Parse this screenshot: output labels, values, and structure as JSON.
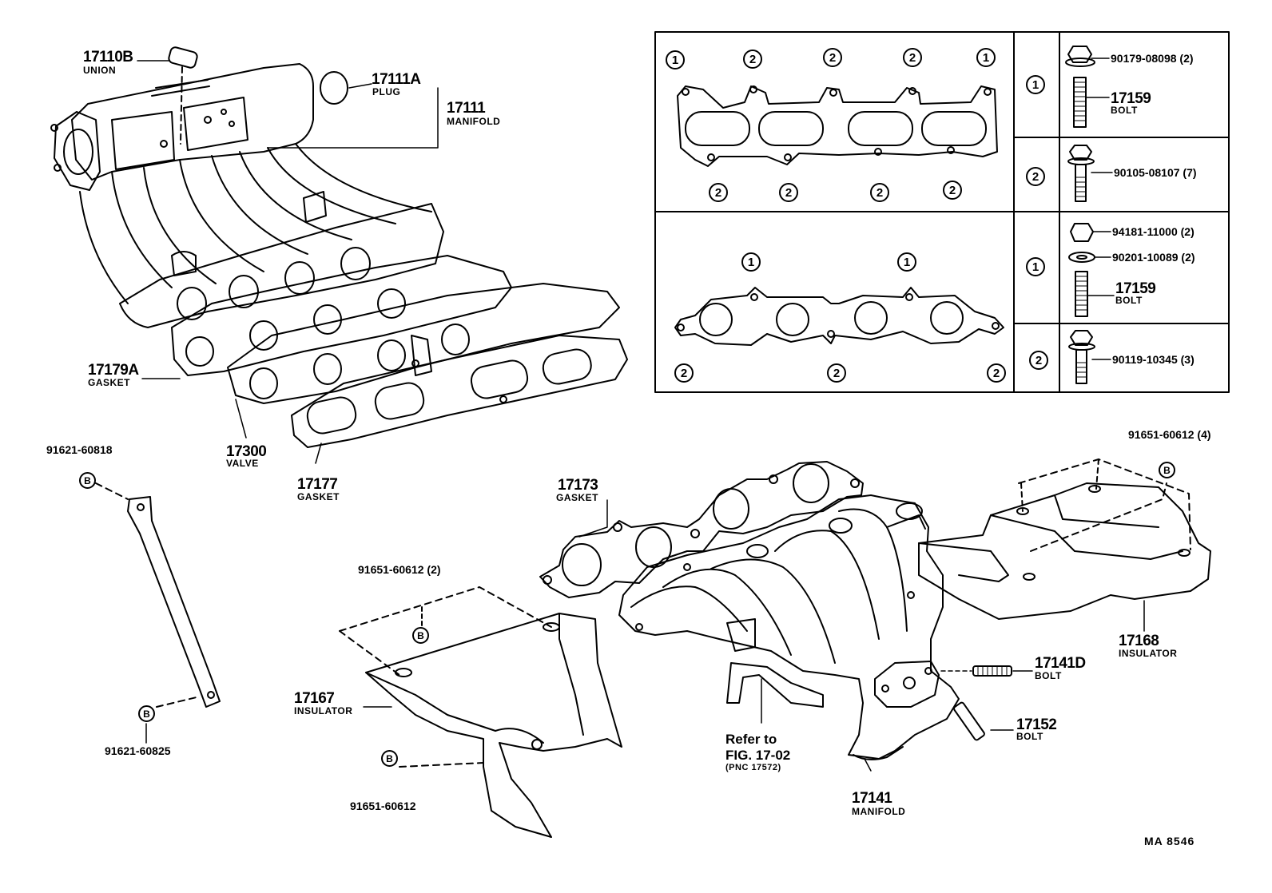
{
  "intake": {
    "union": {
      "pn": "17110B",
      "name": "UNION"
    },
    "plug": {
      "pn": "17111A",
      "name": "PLUG"
    },
    "manifold": {
      "pn": "17111",
      "name": "MANIFOLD"
    },
    "gasket": {
      "pn": "17179A",
      "name": "GASKET"
    },
    "valve": {
      "pn": "17300",
      "name": "VALVE"
    },
    "gasket2": {
      "pn": "17177",
      "name": "GASKET"
    }
  },
  "stay": {
    "top_pn": "91621-60818",
    "bottom_pn": "91621-60825",
    "marker": "B"
  },
  "exhaust": {
    "gasket": {
      "pn": "17173",
      "name": "GASKET"
    },
    "insulator_upper_bolt": "91651-60612 (4)",
    "insulator_upper": {
      "pn": "17168",
      "name": "INSULATOR"
    },
    "stud": {
      "pn": "17141D",
      "name": "BOLT"
    },
    "stud2": {
      "pn": "17152",
      "name": "BOLT"
    },
    "manifold": {
      "pn": "17141",
      "name": "MANIFOLD"
    },
    "insulator_lower": {
      "pn": "17167",
      "name": "INSULATOR"
    },
    "insulator_lower_bolt_top": "91651-60612 (2)",
    "insulator_lower_bolt_bottom": "91651-60612",
    "refer": {
      "line1": "Refer to",
      "line2": "FIG. 17-02",
      "line3": "(PNC 17572)"
    }
  },
  "table": {
    "upper_markers_top": [
      "1",
      "2",
      "2",
      "2",
      "1"
    ],
    "upper_markers_bottom": [
      "2",
      "2",
      "2",
      "2"
    ],
    "lower_markers_top": [
      "1",
      "1"
    ],
    "lower_markers_bottom": [
      "2",
      "2",
      "2"
    ],
    "rows": [
      {
        "marker": "1",
        "parts": [
          {
            "pn": "90179-08098 (2)"
          },
          {
            "pn": "17159",
            "name": "BOLT"
          }
        ]
      },
      {
        "marker": "2",
        "parts": [
          {
            "pn": "90105-08107 (7)"
          }
        ]
      },
      {
        "marker": "1",
        "parts": [
          {
            "pn": "94181-11000 (2)"
          },
          {
            "pn": "90201-10089 (2)"
          },
          {
            "pn": "17159",
            "name": "BOLT"
          }
        ]
      },
      {
        "marker": "2",
        "parts": [
          {
            "pn": "90119-10345 (3)"
          }
        ]
      }
    ]
  },
  "footer": {
    "code": "MA 8546"
  }
}
